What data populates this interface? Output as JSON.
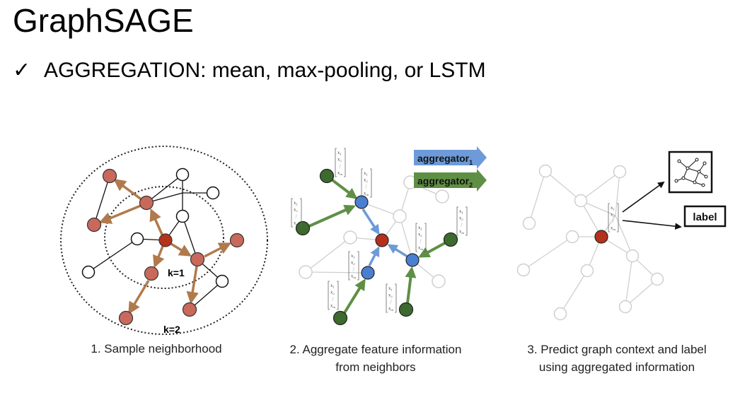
{
  "title": "GraphSAGE",
  "bullet": {
    "check": "✓",
    "text": "AGGREGATION:  mean, max-pooling, or LSTM"
  },
  "panel1": {
    "k1": "k=1",
    "k2": "k=2",
    "caption": "1. Sample neighborhood"
  },
  "panel2": {
    "aggregator1": "aggregator",
    "aggregator1_sub": "1",
    "aggregator2": "aggregator",
    "aggregator2_sub": "2",
    "caption_line1": "2. Aggregate feature information",
    "caption_line2": "from neighbors",
    "vector_entries": [
      "x",
      "x",
      "⋮",
      "x"
    ],
    "vector_subs": [
      "1",
      "2",
      "",
      "m"
    ]
  },
  "panel3": {
    "label_box": "label",
    "caption_line1": "3. Predict graph context and label",
    "caption_line2": "using aggregated information"
  },
  "colors": {
    "target": "#b5311c",
    "sampled": "#c8695c",
    "white_node": "#ffffff",
    "brown_arrow": "#b07a4c",
    "blue_node": "#4a7fd0",
    "blue_arrow": "#6d9ad8",
    "green_node": "#3d6a2f",
    "green_arrow": "#5f8f45",
    "gray": "#c9c9c9"
  }
}
